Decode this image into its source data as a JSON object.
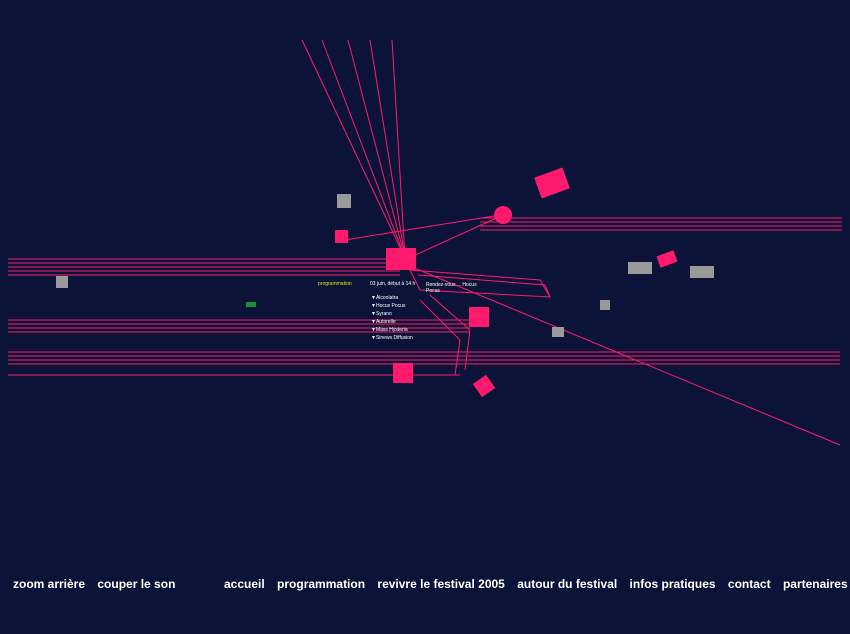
{
  "colors": {
    "background": "#0b1438",
    "accent": "#ff1a6e",
    "text": "#ffffff",
    "highlight": "#e8e000"
  },
  "center": {
    "programmation_label": "programmation",
    "date": "03 juin, début à 14 h",
    "info": "Rendez-vous ... Hocus Pocus",
    "lineup": [
      "Alcoolatra",
      "Hocus Pocus",
      "Syrano",
      "Autorelle",
      "Mass Hysteria",
      "Sinews Diffusion"
    ]
  },
  "nav_left": {
    "zoom_out": "zoom arrière",
    "mute": "couper le son"
  },
  "nav_main": [
    "accueil",
    "programmation",
    "revivre le festival 2005",
    "autour du festival",
    "infos pratiques",
    "contact",
    "partenaires"
  ]
}
